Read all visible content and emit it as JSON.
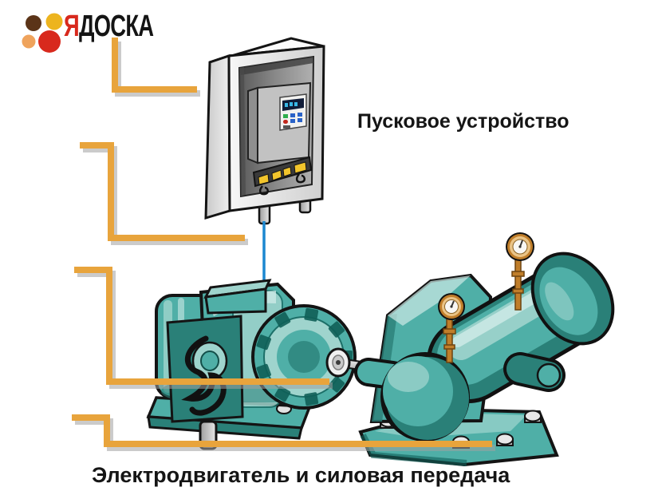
{
  "logo": {
    "letter_accent": "Я",
    "letter_rest": "ДОСКА",
    "dots": [
      "brown",
      "yellow",
      "peach",
      "red"
    ]
  },
  "labels": {
    "starter_device": "Пусковое устройство",
    "motor_transmission": "Электродвигатель и силовая передача"
  },
  "diagram": {
    "parts": [
      "starter-cabinet",
      "electric-motor",
      "drive-shaft",
      "pump"
    ],
    "callout_count": 4,
    "pressure_gauge_count": 2
  },
  "colors": {
    "callout_orange": "#E8A43C",
    "wire_blue": "#1B87D0",
    "teal_pale": "#CDEAE6",
    "teal_light": "#9FD4CD",
    "teal_mid": "#4FAFA7",
    "teal_dark": "#2A8078",
    "teal_deep": "#0F5F58",
    "brass": "#C07E2A",
    "brass_light": "#EAC487",
    "terminal_yellow": "#F2C52C",
    "logo_brown": "#5B3418",
    "logo_yellow": "#EDB41E",
    "logo_peach": "#EFA35C",
    "logo_red": "#D8291D"
  }
}
